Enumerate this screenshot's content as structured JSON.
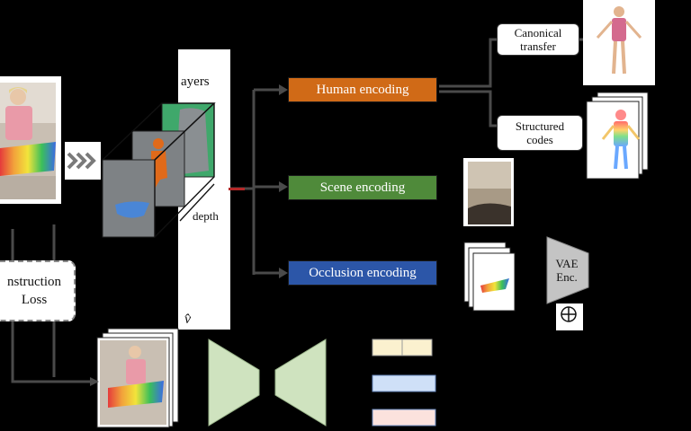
{
  "labels": {
    "layers": "ayers",
    "depth": "depth",
    "v_hat": "v̂",
    "loss_line1": "nstruction",
    "loss_line2": "Loss",
    "vae_line1": "VAE",
    "vae_line2": "Enc.",
    "oplus": "⊕"
  },
  "encoders": {
    "human": "Human encoding",
    "scene": "Scene encoding",
    "occlusion": "Occlusion encoding"
  },
  "outputs": {
    "canonical_line1": "Canonical",
    "canonical_line2": "transfer",
    "structured_line1": "Structured",
    "structured_line2": "codes"
  },
  "colors": {
    "background": "#000000",
    "human": "#d06a17",
    "scene": "#4f8a3a",
    "occlusion": "#2c56a8",
    "green_layer": "#3fa86b",
    "orange_figure": "#e06a1a",
    "blue_object": "#4a86d6",
    "unet": "#cfe3bf",
    "token_yellow": "#fbf1cf",
    "token_blue": "#cfe0f7",
    "token_pink": "#fbe2dd"
  },
  "icons": [
    "triple-chevron-icon",
    "vae-encoder-icon",
    "circled-plus-icon"
  ]
}
